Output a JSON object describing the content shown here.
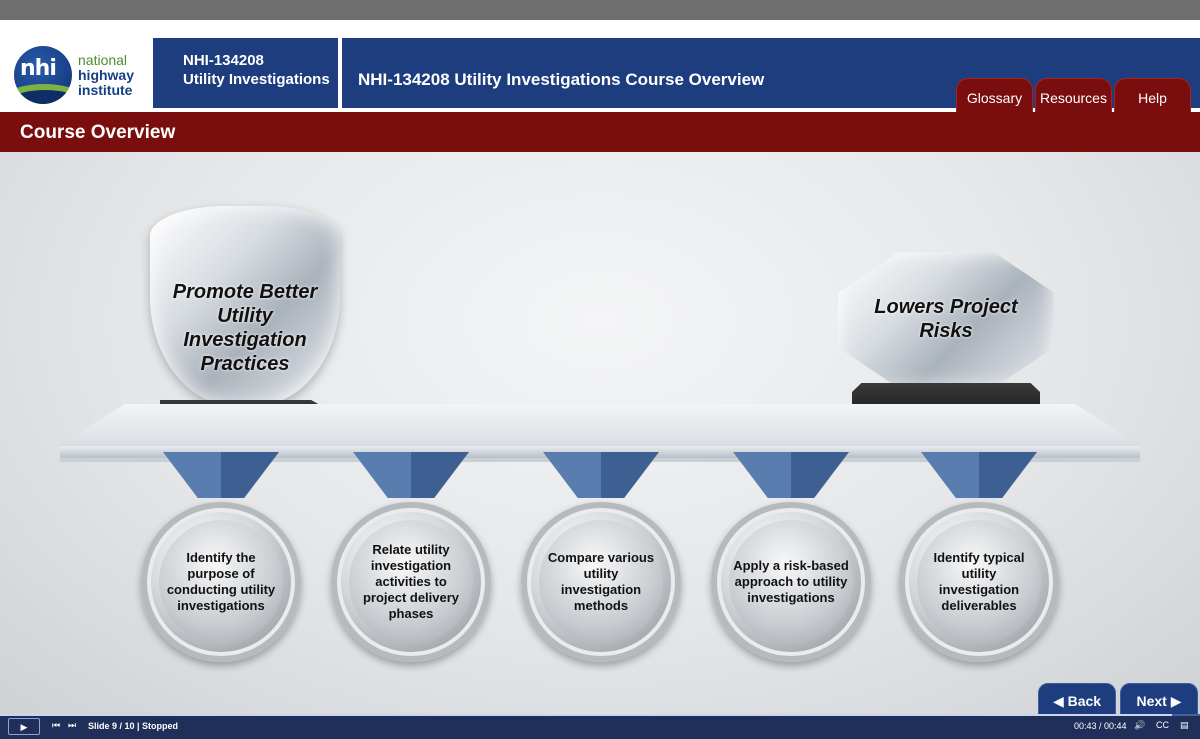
{
  "brand": {
    "abbr": "nhi",
    "line1": "national",
    "line2": "highway",
    "line3": "institute"
  },
  "course": {
    "code": "NHI-134208",
    "name": "Utility Investigations"
  },
  "header": {
    "title": "NHI-134208 Utility Investigations Course Overview"
  },
  "tabs": [
    {
      "label": "Glossary"
    },
    {
      "label": "Resources"
    },
    {
      "label": "Help"
    }
  ],
  "section": {
    "title": "Course Overview"
  },
  "trophies": [
    {
      "label": "Promote Better Utility Investigation Practices"
    },
    {
      "label": "Lowers Project Risks"
    }
  ],
  "medals": [
    {
      "label": "Identify the purpose of conducting utility investigations"
    },
    {
      "label": "Relate utility investigation activities to project delivery phases"
    },
    {
      "label": "Compare various utility investigation methods"
    },
    {
      "label": "Apply a risk-based approach to utility investigations"
    },
    {
      "label": "Identify typical utility investigation deliverables"
    }
  ],
  "nav": {
    "back_label": "◀ Back",
    "next_label": "Next ▶"
  },
  "player": {
    "play_icon": "play-icon",
    "slide_info": "Slide 9 / 10 | Stopped",
    "time": "00:43 / 00:44",
    "cc_label": "CC",
    "progress": 0.977
  },
  "colors": {
    "navy": "#1d3d7e",
    "maroon": "#7a0e0e",
    "green": "#7cb342"
  }
}
